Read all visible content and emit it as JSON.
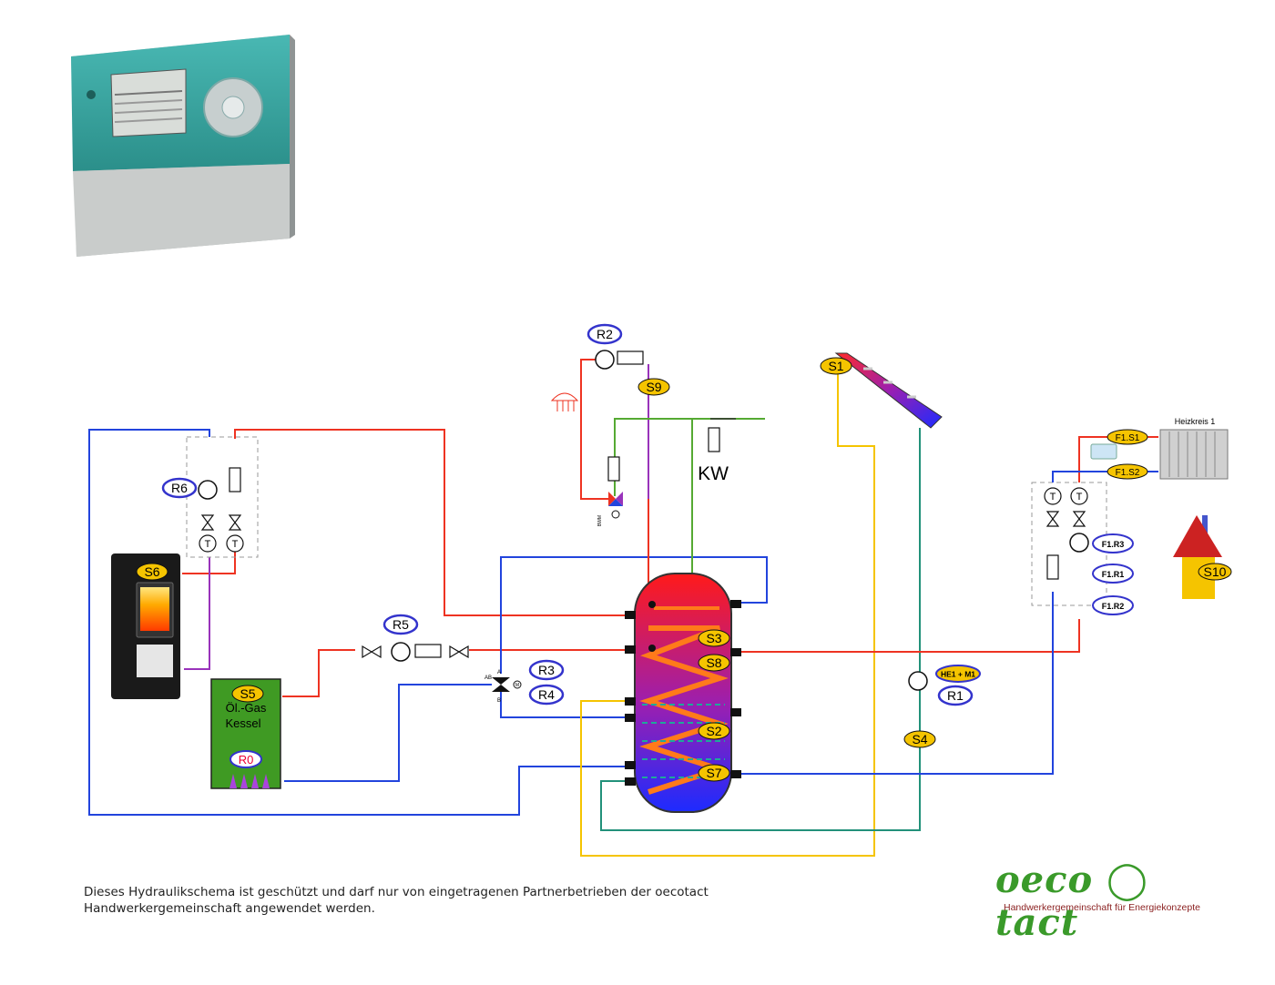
{
  "components": {
    "r2": "R2",
    "s9": "S9",
    "s1": "S1",
    "kw": "KW",
    "r6": "R6",
    "s6": "S6",
    "r5": "R5",
    "r3": "R3",
    "r4": "R4",
    "s5": "S5",
    "boiler_line1": "Öl.-Gas",
    "boiler_line2": "Kessel",
    "r0": "R0",
    "s3": "S3",
    "s8": "S8",
    "s2": "S2",
    "s7": "S7",
    "he1_m1": "HE1 + M1",
    "r1": "R1",
    "s4": "S4",
    "f1s1": "F1.S1",
    "f1s2": "F1.S2",
    "heizkreis": "Heizkreis 1",
    "f1r3": "F1.R3",
    "f1r1": "F1.R1",
    "f1r2": "F1.R2",
    "s10": "S10",
    "t": "T",
    "bwm": "BWM",
    "ab": "AB",
    "a": "A",
    "b": "B",
    "m": "M"
  },
  "footer": {
    "line1": "Dieses Hydraulikschema ist geschützt und darf nur von eingetragenen Partnerbetrieben der oecotact",
    "line2": "Handwerkergemeinschaft angewendet werden."
  },
  "logo": {
    "brand_left": "oeco",
    "brand_right": "tact",
    "tagline": "Handwerkergemeinschaft für Energiekonzepte"
  },
  "colors": {
    "supply": "#ee3322",
    "return": "#2244dd",
    "mixed": "#9933bb",
    "solar_supply": "#f5c400",
    "solar_return": "#22917a",
    "cold_water": "#55aa33",
    "tag_fill": "#f5c400",
    "ring": "#3333cc",
    "boiler_green": "#3f9a23"
  }
}
